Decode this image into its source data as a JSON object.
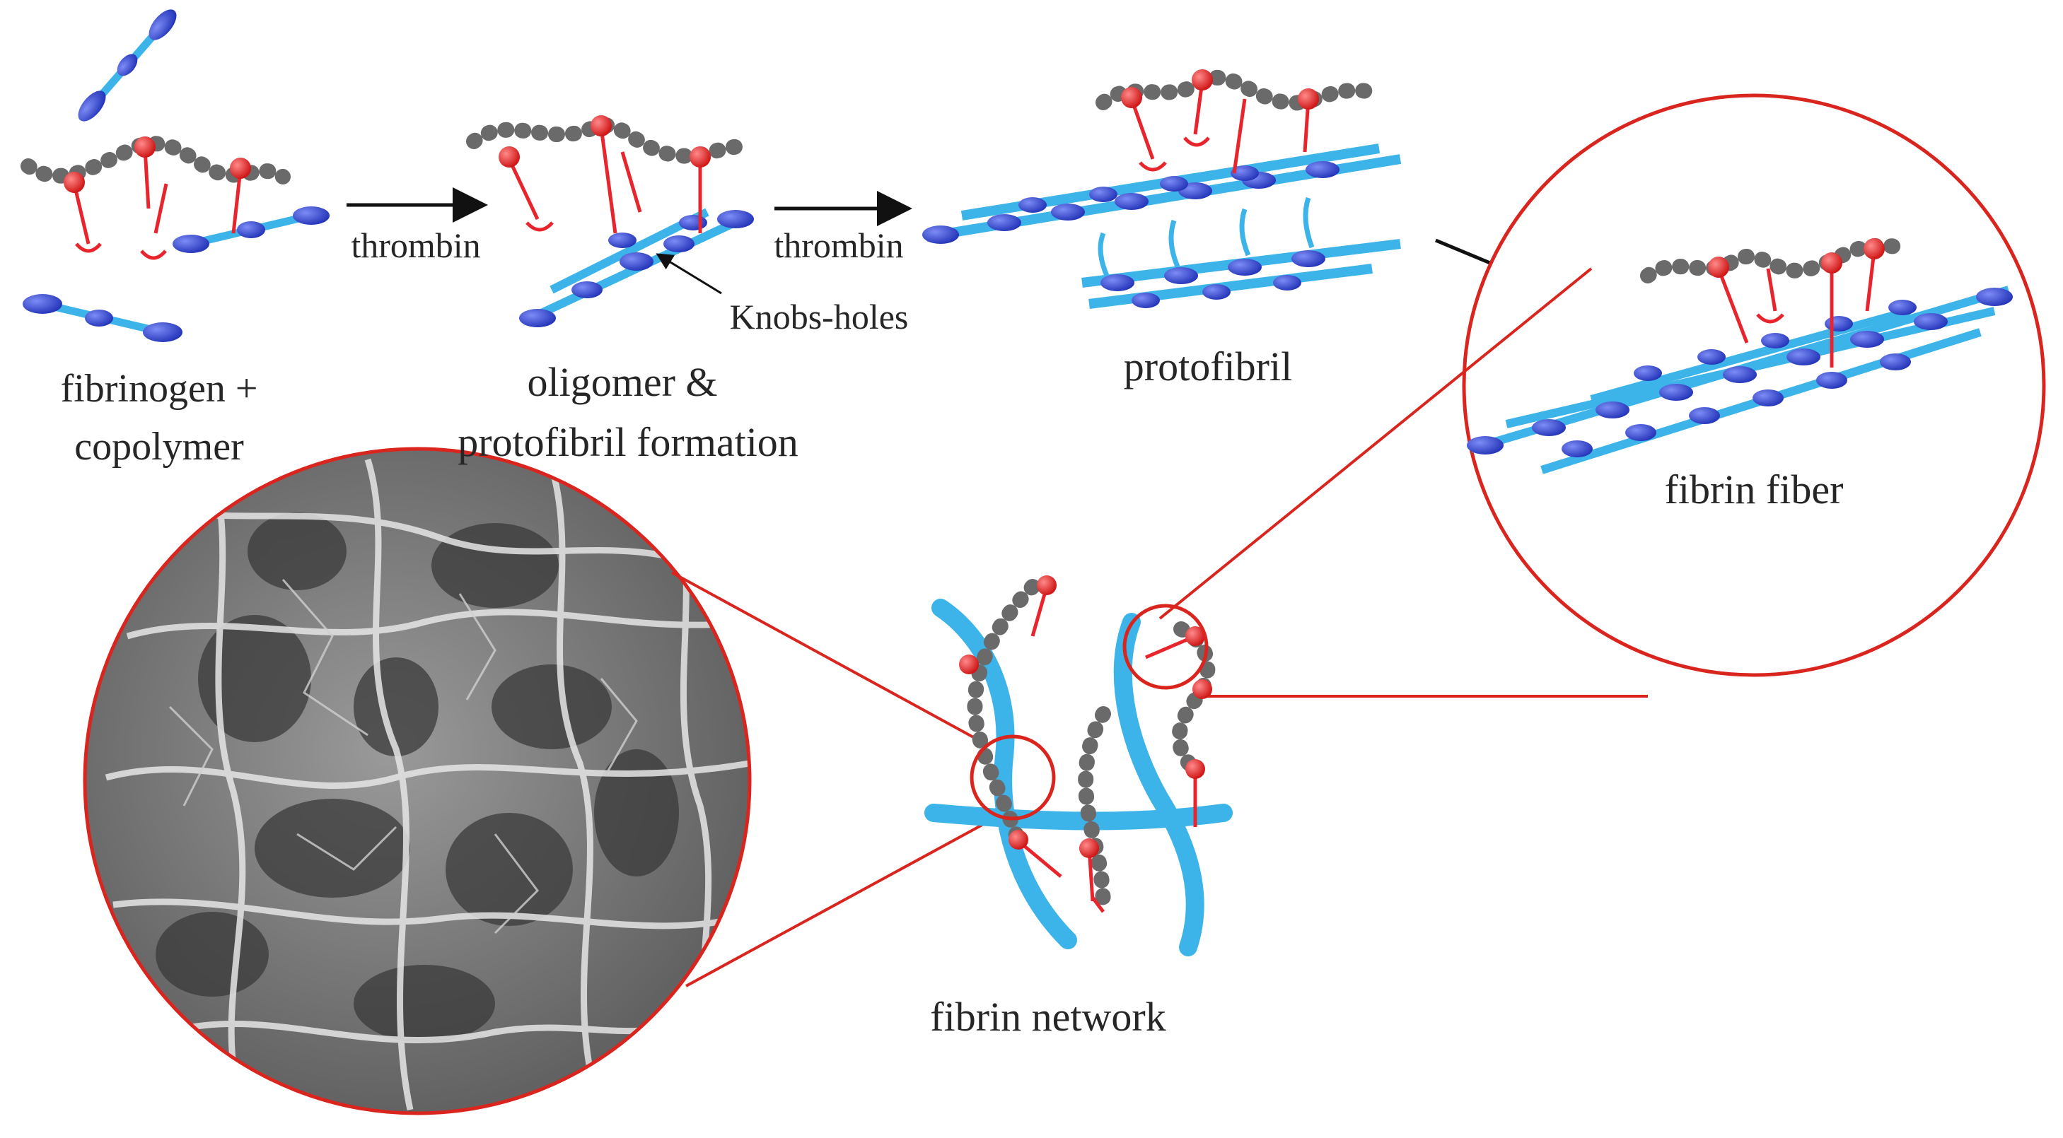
{
  "labels": {
    "stage1_line1": "fibrinogen +",
    "stage1_line2": "copolymer",
    "arrow1": "thrombin",
    "stage2_line1": "oligomer &",
    "stage2_line2": "protofibril formation",
    "knobs": "Knobs-holes",
    "arrow2": "thrombin",
    "stage3": "protofibril",
    "fiber": "fibrin fiber",
    "network": "fibrin network"
  },
  "colors": {
    "fibrin": "#3cb4ea",
    "fibrin_node": "#3a4fd6",
    "polymer_bead": "#6e6e6e",
    "anchor": "#e8242c",
    "zoom_circle": "#d9251d",
    "arrow": "#111111",
    "micrograph_base": "#8c8c8c"
  }
}
